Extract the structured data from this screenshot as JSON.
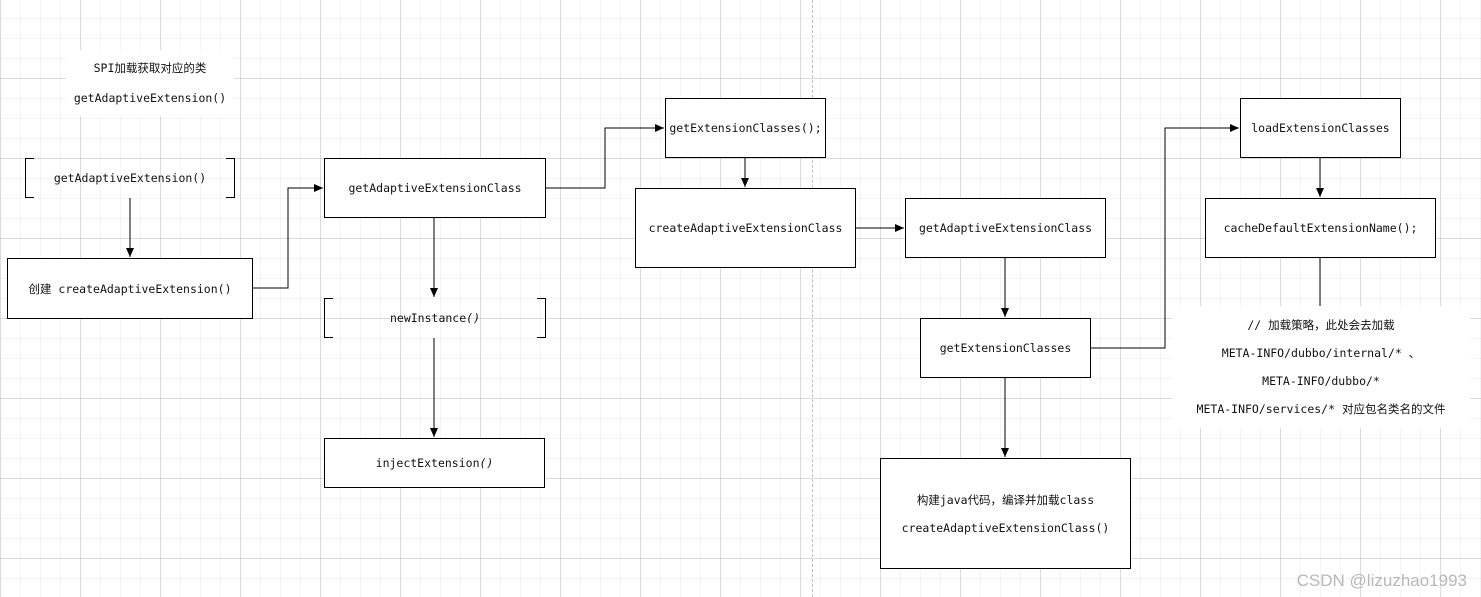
{
  "intro_note": {
    "line1": "SPI加载获取对应的类",
    "line2": "getAdaptiveExtension()"
  },
  "nodes": {
    "get_adaptive_extension": "getAdaptiveExtension()",
    "create_adaptive_extension": "创建 createAdaptiveExtension()",
    "get_adaptive_extension_class_1": "getAdaptiveExtensionClass",
    "new_instance": "newInstance",
    "new_instance_paren": "()",
    "inject_extension": "injectExtension",
    "inject_extension_paren": "()",
    "get_extension_classes_1": "getExtensionClasses();",
    "create_adaptive_extension_class_1": "createAdaptiveExtensionClass",
    "get_adaptive_extension_class_2": "getAdaptiveExtensionClass",
    "get_extension_classes_2": "getExtensionClasses",
    "build_java_code": {
      "line1": "构建java代码，编译并加载class",
      "line2": "createAdaptiveExtensionClass()"
    },
    "load_extension_classes": "loadExtensionClasses",
    "cache_default_extension_name": "cacheDefaultExtensionName();"
  },
  "loading_strategy_note": {
    "line1": "// 加载策略，此处会去加载",
    "line2": "META-INFO/dubbo/internal/* 、",
    "line3": "META-INFO/dubbo/*",
    "line4": "META-INFO/services/*  对应包名类名的文件"
  },
  "watermark": "CSDN @lizuzhao1993",
  "colors": {
    "line": "#000000",
    "watermark": "#b8b8b8"
  }
}
